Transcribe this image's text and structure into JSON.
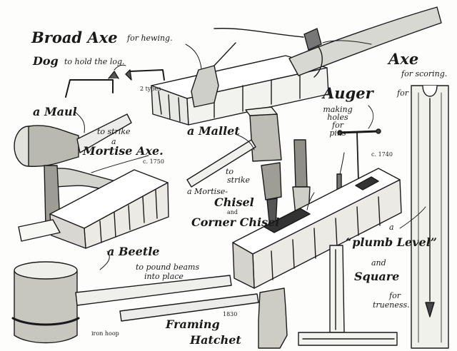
{
  "labels": {
    "broad_axe": "Broad Axe",
    "for_hewing": "for hewing.",
    "dog": "Dog",
    "dog_desc": "to hold the log.",
    "two_types": "2 types",
    "axe": "Axe",
    "for_scoring": "for scoring.",
    "a_maul": "a Maul",
    "to_strike_1": "to strike",
    "a_1": "a",
    "mortise_axe": "Mortise Axe.",
    "date_1750": "c. 1750",
    "a_mallet": "a Mallet",
    "to_2": "to",
    "strike_2": "strike",
    "a_mortise": "a Mortise-",
    "chisel": "Chisel",
    "and_1": "and",
    "corner_chisel": "Corner Chisel",
    "auger": "Auger",
    "for_auger": "for",
    "making": "making",
    "holes": "holes",
    "for_holes": "for",
    "pins": "pins",
    "date_1740": "c. 1740",
    "a_beetle": "a Beetle",
    "beetle_desc_1": "to pound beams",
    "beetle_desc_2": "into place",
    "iron_hoop": "iron hoop",
    "date_1830": "1830",
    "framing": "Framing",
    "hatchet": "Hatchet",
    "a_2": "a",
    "plumb_level": "“plumb Level”",
    "and_2": "and",
    "square": "Square",
    "for_trueness_1": "for",
    "for_trueness_2": "trueness."
  }
}
